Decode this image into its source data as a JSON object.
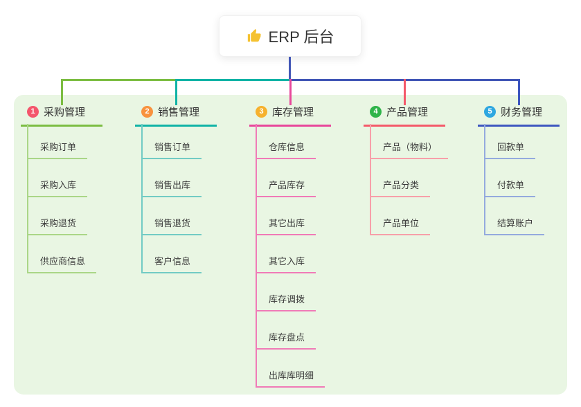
{
  "root": {
    "title": "ERP 后台",
    "icon": "thumbs-up-icon",
    "icon_color": "#f5c231"
  },
  "colors": {
    "canvas_bg": "#ffffff",
    "panel_bg": "#e9f6e3",
    "root_connector": "#4156b6",
    "title_text": "#333333",
    "child_text": "#3c3c3c"
  },
  "branches": [
    {
      "index": "1",
      "label": "采购管理",
      "badge_color": "#f4566c",
      "line_color": "#7cbd42",
      "child_line_color": "#aad687",
      "children": [
        "采购订单",
        "采购入库",
        "采购退货",
        "供应商信息"
      ]
    },
    {
      "index": "2",
      "label": "销售管理",
      "badge_color": "#f8923e",
      "line_color": "#10b3a6",
      "child_line_color": "#72cbc4",
      "children": [
        "销售订单",
        "销售出库",
        "销售退货",
        "客户信息"
      ]
    },
    {
      "index": "3",
      "label": "库存管理",
      "badge_color": "#f6b12e",
      "line_color": "#e8479b",
      "child_line_color": "#f07ab7",
      "children": [
        "仓库信息",
        "产品库存",
        "其它出库",
        "其它入库",
        "库存调拨",
        "库存盘点",
        "出库库明细"
      ]
    },
    {
      "index": "4",
      "label": "产品管理",
      "badge_color": "#2fb44a",
      "line_color": "#f4596a",
      "child_line_color": "#f79fa9",
      "children": [
        "产品（物料）",
        "产品分类",
        "产品单位"
      ]
    },
    {
      "index": "5",
      "label": "财务管理",
      "badge_color": "#2ea7e0",
      "line_color": "#3d56c0",
      "child_line_color": "#94aade",
      "children": [
        "回款单",
        "付款单",
        "结算账户"
      ]
    }
  ]
}
